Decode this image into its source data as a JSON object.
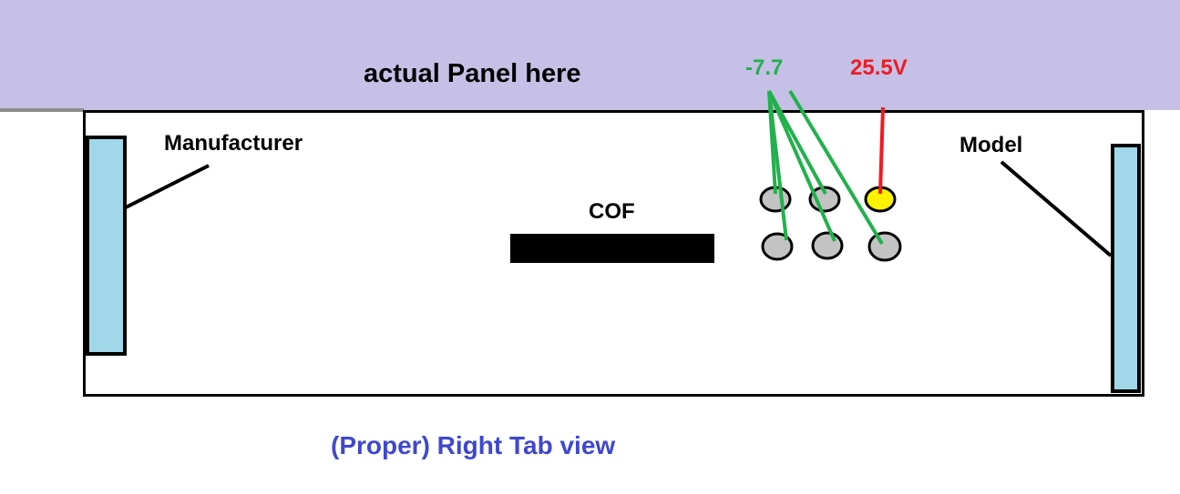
{
  "diagram": {
    "panel_label": "actual Panel here",
    "manufacturer_label": "Manufacturer",
    "model_label": "Model",
    "cof_label": "COF",
    "negative_voltage_label": "-7.7",
    "positive_voltage_label": "25.5V",
    "caption": "(Proper) Right Tab view"
  },
  "colors": {
    "panel": "#c7c0e6",
    "panel_edge": "#8c8c8c",
    "connector": "#a0d8ea",
    "pad": "#c3c3c3",
    "pad_powered": "#fff200",
    "negative_wire": "#22b14c",
    "positive_wire": "#ed1c24",
    "caption": "#3f48cc"
  }
}
